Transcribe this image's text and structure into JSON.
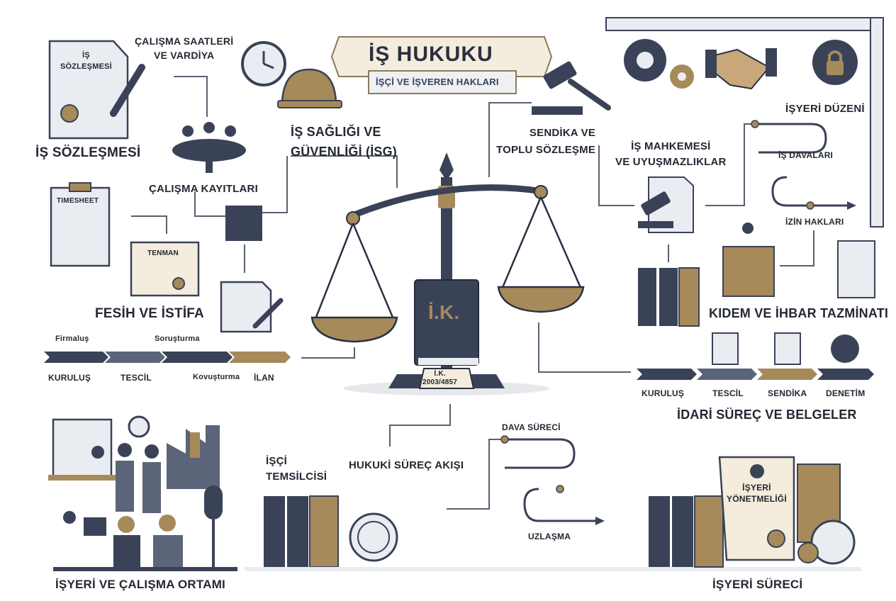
{
  "title": {
    "main": "İŞ HUKUKU",
    "sub": "İŞÇİ VE İŞVEREN HAKLARI"
  },
  "labels": {
    "is_sozlesmesi_doc": "İŞ\nSÖZLEŞMESİ",
    "is_sozlesmesi": "İŞ SÖZLEŞMESİ",
    "calisma_saatleri": "ÇALIŞMA SAATLERİ\nVE VARDİYA",
    "calisma_kayitlari": "ÇALIŞMA KAYITLARI",
    "isg": "İŞ SAĞLIĞI VE\nGÜVENLİĞİ (İSG)",
    "sendika": "SENDİKA VE\nTOPLU SÖZLEŞME",
    "is_mahkemesi": "İŞ MAHKEMESİ\nVE UYUŞMAZLIKLAR",
    "isyeri_duzeni": "İŞYERİ DÜZENİ",
    "is_davalari": "İŞ DAVALARI",
    "izin_haklari": "İZİN HAKLARI",
    "kidem": "KIDEM VE İHBAR TAZMİNATI",
    "timesheet": "TIMESHEET",
    "tenman": "TENMAN",
    "fesih": "FESİH VE İSTİFA",
    "idari": "İDARİ SÜREÇ VE BELGELER",
    "hukuki": "HUKUKİ SÜREÇ AKIŞI",
    "dava_sureci": "DAVA SÜRECİ",
    "uzlasma": "UZLAŞMA",
    "isci_temsilcisi": "İŞÇİ\nTEMSİLCİSİ",
    "isyeri_calisma": "İŞYERİ VE ÇALIŞMA ORTAMI",
    "isyeri_sureci": "İŞYERİ SÜRECİ",
    "isyeri_yonetmeligi": "İŞYERİ\nYÖNETMELİĞİ",
    "book": "İ.K.",
    "plaque": "İ.K.\n2003/4857"
  },
  "left_timeline": {
    "top": [
      "Firmaluş",
      "Soruşturma"
    ],
    "bottom": [
      "KURULUŞ",
      "TESCİL",
      "Kovuşturma",
      "İLAN"
    ]
  },
  "right_timeline": [
    "KURULUŞ",
    "TESCİL",
    "SENDİKA",
    "DENETİM"
  ],
  "colors": {
    "navy": "#3a4258",
    "gold": "#a68a5a",
    "slate": "#5b6478",
    "cream": "#f4ecdc",
    "paper": "#e9ecf1"
  }
}
